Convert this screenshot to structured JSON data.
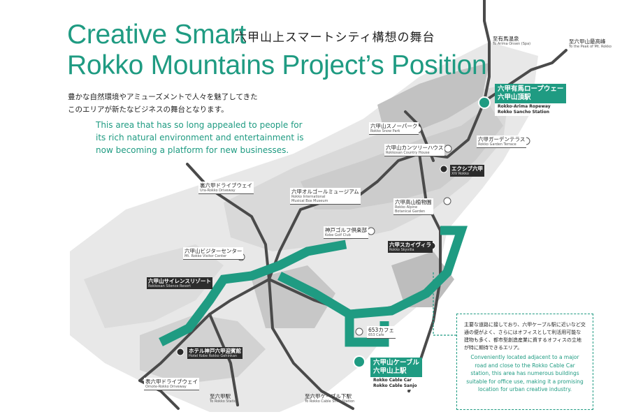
{
  "title": {
    "line1": "Creative Smart",
    "line2": "Rokko Mountains Project’s Position",
    "jp": "六甲山上スマートシティ構想の舞台"
  },
  "intro": {
    "jp_line1": "豊かな自然環境やアミューズメントで人々を魅了してきた",
    "jp_line2": "このエリアが新たなビジネスの舞台となります。",
    "en": "This area that has so long appealed to people for its rich natural environment and entertainment is now becoming a platform for new businesses."
  },
  "places": {
    "arima_onsen": {
      "jp": "至有馬温泉",
      "en": "To Arima Onsen (Spa)"
    },
    "rokko_summit": {
      "jp": "至六甲山最高峰",
      "en": "To the Peak of Mt. Rokko"
    },
    "ropeway": {
      "jp1": "六甲有馬ロープウェー",
      "jp2": "六甲山頂駅",
      "en1": "Rokko-Arima Ropeway",
      "en2": "Rokko Sancho Station"
    },
    "snow_park": {
      "jp": "六甲山スノーパーク",
      "en": "Rokko Snow Park"
    },
    "country_house": {
      "jp": "六甲山カンツリーハウス",
      "en": "Rokkosan Country House"
    },
    "garden_terrace": {
      "jp": "六甲ガーデンテラス",
      "en": "Rokko Garden Terrace"
    },
    "xv_rokko": {
      "jp": "エクシブ六甲",
      "en": "XIV Rokko"
    },
    "ura_drive": {
      "jp": "裏六甲ドライブウェイ",
      "en": "Ura-Rokko Driveway"
    },
    "music_box": {
      "jp": "六甲オルゴールミュージアム",
      "en1": "Rokko International",
      "en2": "Musical Box Museum"
    },
    "alpine_garden": {
      "jp": "六甲高山植物園",
      "en1": "Rokko Alpine",
      "en2": "Botanical Garden"
    },
    "golf_club": {
      "jp": "神戸ゴルフ倶楽部",
      "en": "Kobe Golf Club"
    },
    "skyvilla": {
      "jp": "六甲スカイヴィラ",
      "en": "Rokko Skyvilla"
    },
    "visitor_center": {
      "jp": "六甲山ビジターセンター",
      "en": "Mt. Rokko Visitor Center"
    },
    "silence_resort": {
      "jp": "六甲山サイレンスリゾート",
      "en": "Rokkosan Silence Resort"
    },
    "cafe": {
      "jp": "653カフェ",
      "en": "653 Cafe"
    },
    "gehinkan": {
      "jp": "ホテル神戸六甲迎賓館",
      "en": "Hotel Kobe Rokko Gehinkan"
    },
    "cable": {
      "jp1": "六甲山ケーブル",
      "jp2": "六甲山上駅",
      "en1": "Rokko Cable Car",
      "en2": "Rokko Cable Sanjo"
    },
    "omote_drive": {
      "jp": "表六甲ドライブウェイ",
      "en": "Omote-Rokko Driveway"
    },
    "rokko_station": {
      "jp": "至六甲駅",
      "en": "To Rokko Station"
    },
    "cable_shita": {
      "jp": "至六甲ケーブル下駅",
      "en": "To Rokko Cable Shita Station"
    }
  },
  "info_box": {
    "jp": "主要な道路に接しており、六甲ケーブル駅に近いなど交通の便がよく、さらにはオフィスとして利活用可能な建物も多く、都市型創造産業に資するオフィスの立地が特に期待できるエリア。",
    "en": "Conveniently located adjacent to a major road and close to the Rokko Cable Car station, this area has numerous buildings suitable for office use, making it a promising location for urban creative industry."
  },
  "colors": {
    "accent": "#1f9b82",
    "road": "#4a4a4a",
    "terrain_light": "#e6e6e6",
    "terrain_mid": "#cfcfcf",
    "terrain_dark": "#b8b8b8"
  }
}
